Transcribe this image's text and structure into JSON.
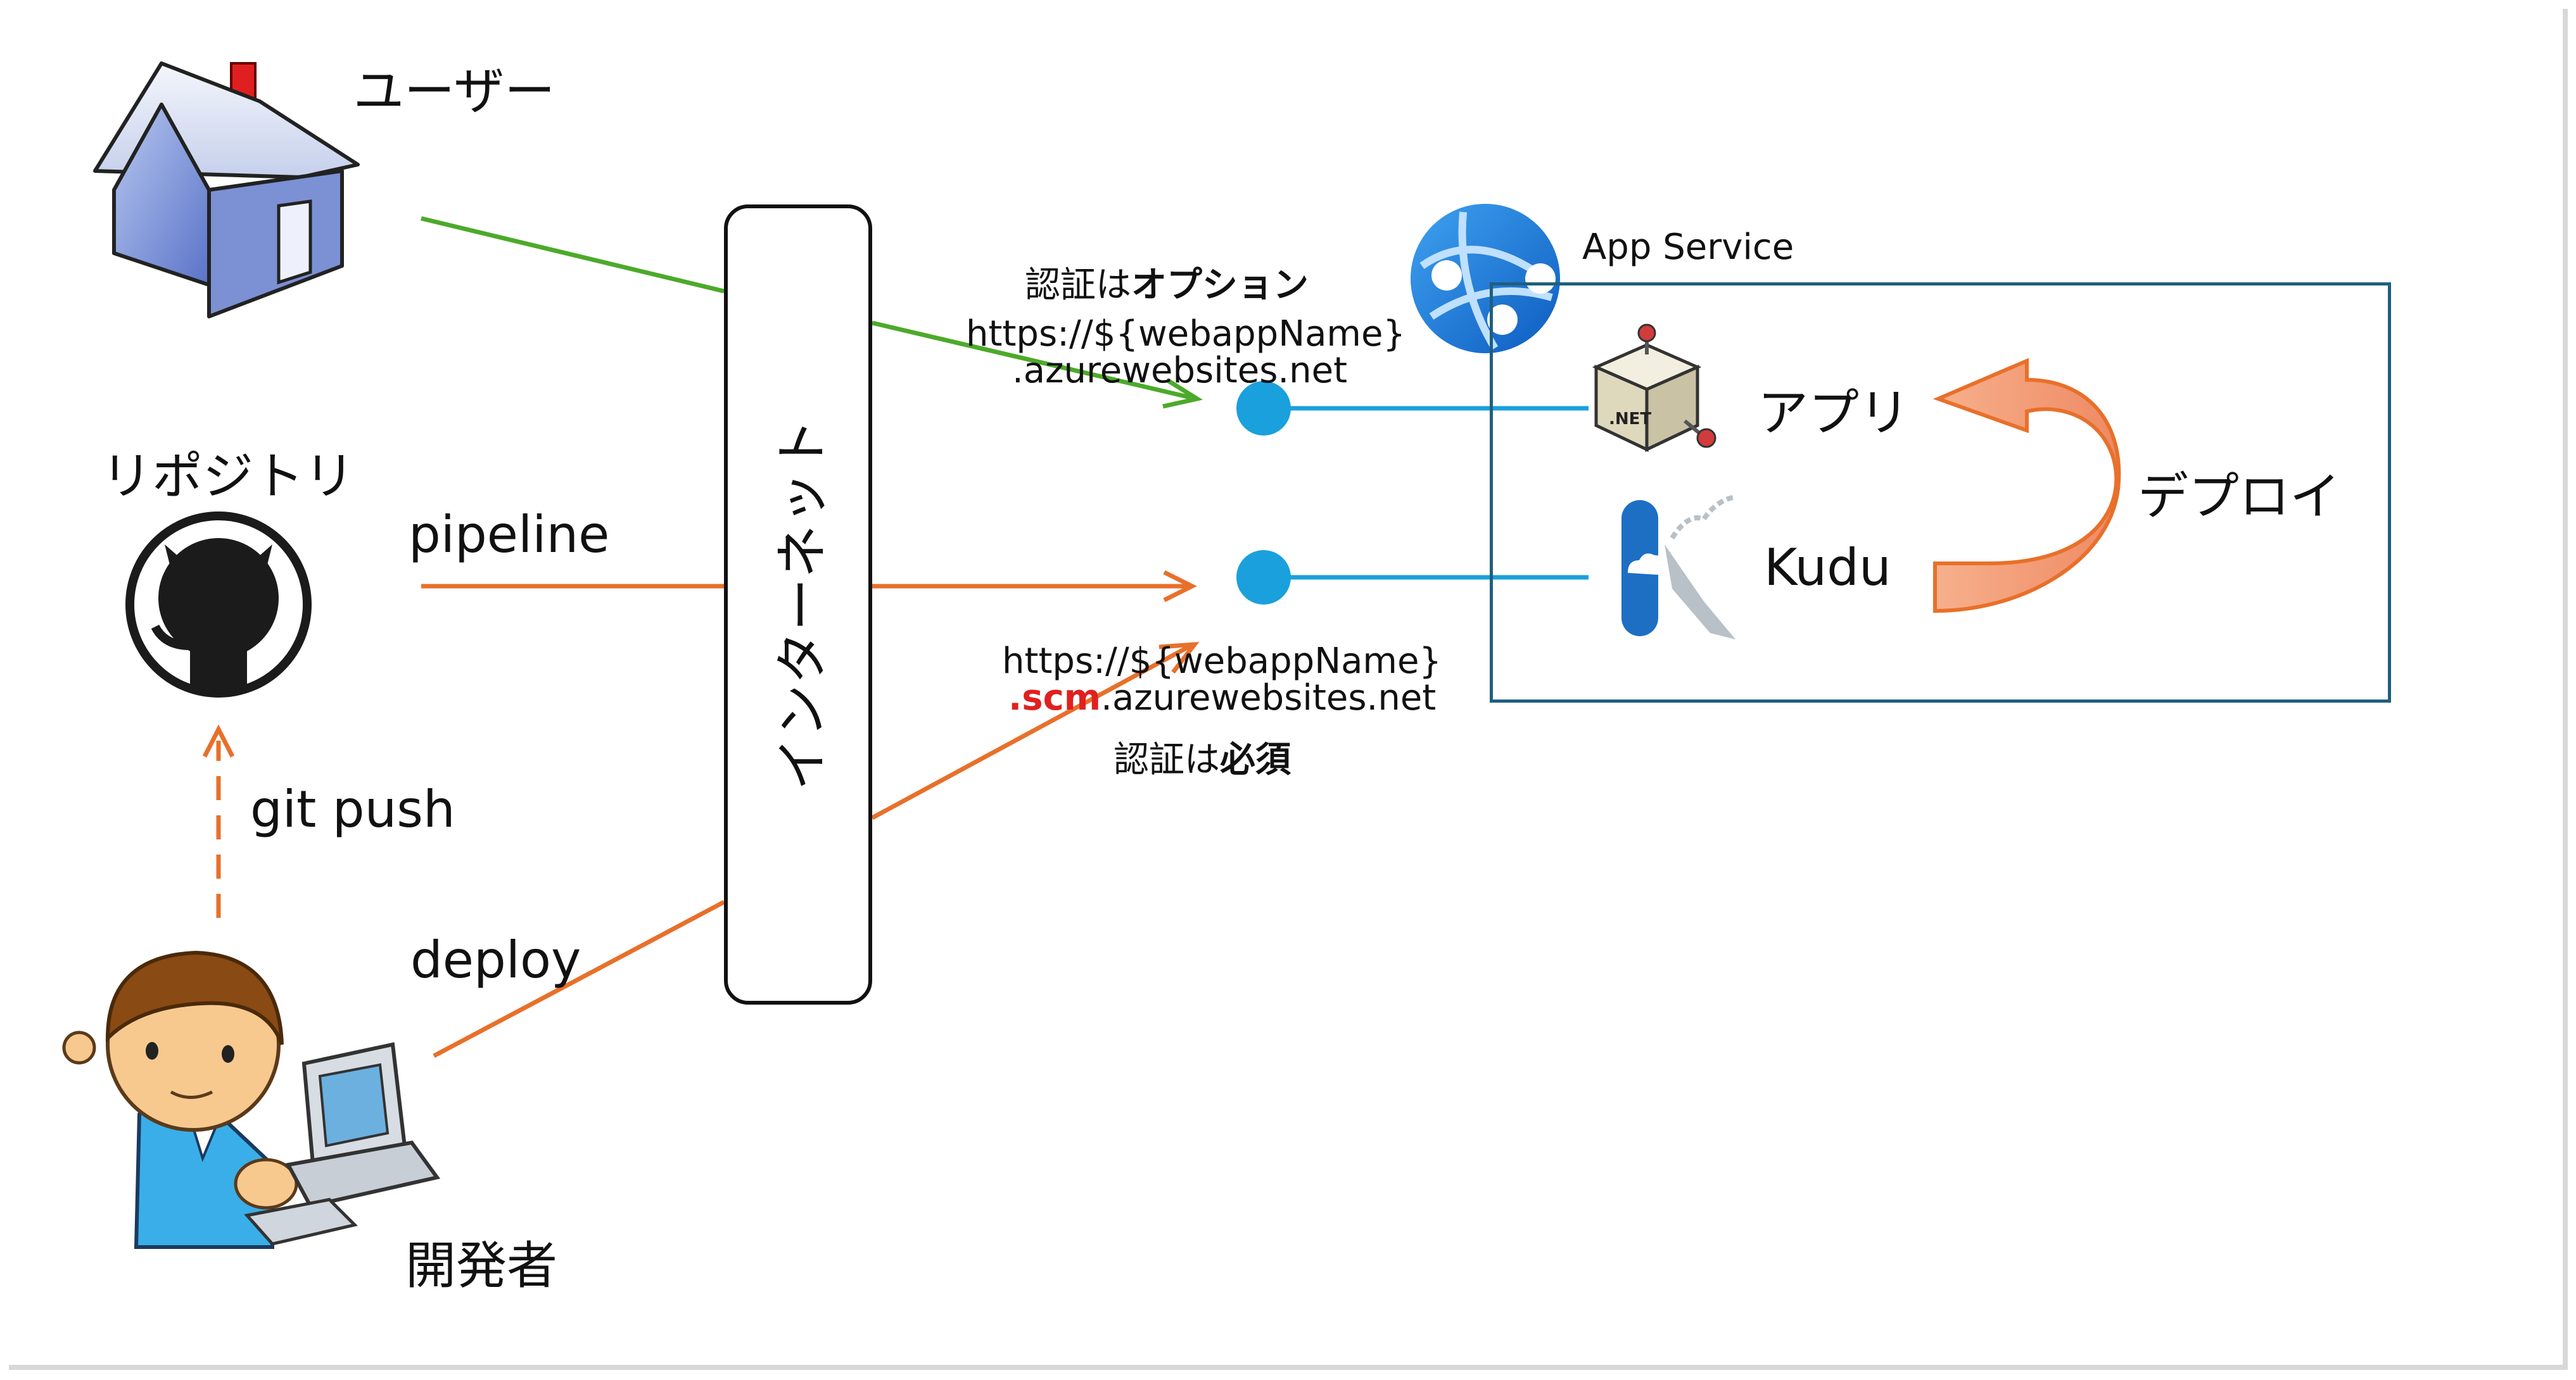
{
  "actors": {
    "user": "ユーザー",
    "repository": "リポジトリ",
    "developer": "開発者"
  },
  "edges": {
    "pipeline": "pipeline",
    "git_push": "git push",
    "deploy": "deploy"
  },
  "internet": "インターネット",
  "endpoint_top": {
    "auth_prefix": "認証は",
    "auth_strong": "オプション",
    "url_line1": "https://${webappName}",
    "url_line2": ".azurewebsites.net"
  },
  "endpoint_bottom": {
    "url_line1": "https://${webappName}",
    "url_scm": ".scm",
    "url_rest": ".azurewebsites.net",
    "auth_prefix": "認証は",
    "auth_strong": "必須"
  },
  "app_service": {
    "title": "App Service",
    "app_label": "アプリ",
    "net_badge": ".NET",
    "kudu_label": "Kudu",
    "deploy_label": "デプロイ"
  },
  "colors": {
    "user_flow": "#4caa2a",
    "dev_flow": "#e8702a",
    "endpoint": "#1aa0dc",
    "service_box": "#1f5f7f",
    "deploy_arrow": "#f4a07a"
  }
}
